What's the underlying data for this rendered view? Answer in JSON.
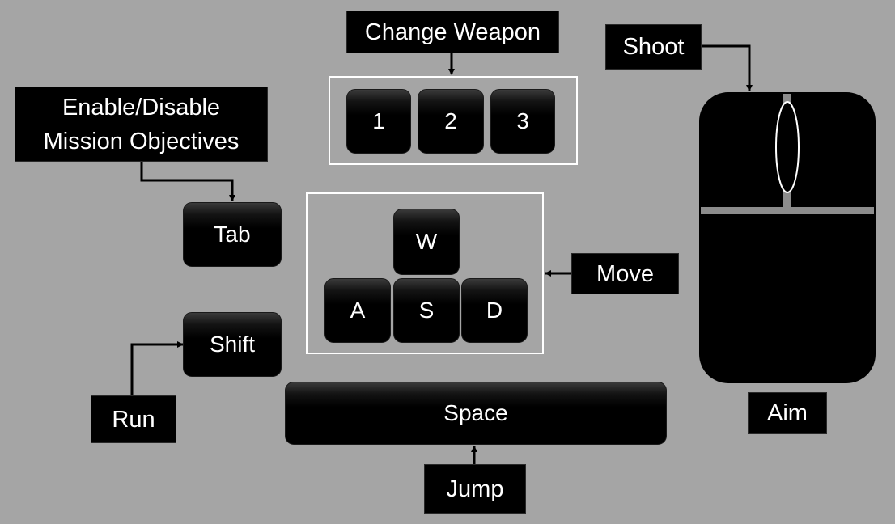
{
  "labels": {
    "change_weapon": "Change Weapon",
    "shoot": "Shoot",
    "mission_objectives_line1": "Enable/Disable",
    "mission_objectives_line2": "Mission Objectives",
    "move": "Move",
    "run": "Run",
    "jump": "Jump",
    "aim": "Aim"
  },
  "keys": {
    "one": "1",
    "two": "2",
    "three": "3",
    "tab": "Tab",
    "w": "W",
    "a": "A",
    "s": "S",
    "d": "D",
    "shift": "Shift",
    "space": "Space"
  },
  "colors": {
    "background": "#a5a5a5",
    "key_fill": "#000000",
    "group_border": "#ffffff",
    "mouse_scroll_rail": "#8c8c8c"
  }
}
